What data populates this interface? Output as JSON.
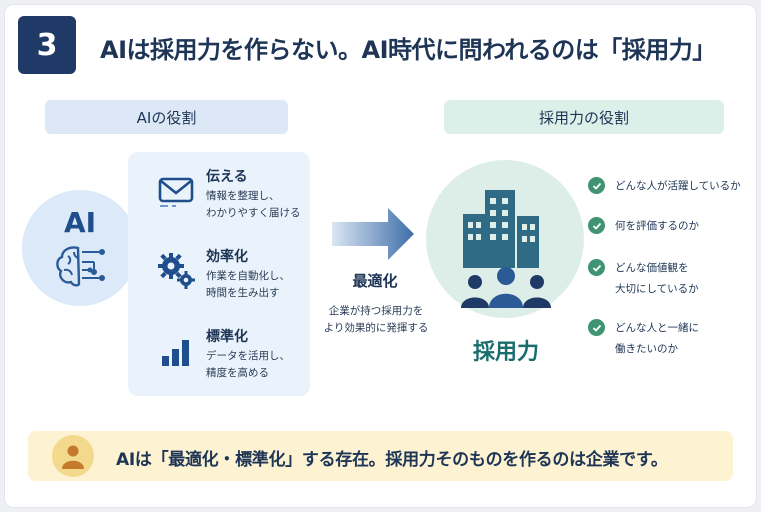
{
  "header": {
    "number": "3",
    "title": "AIは採用力を作らない。AI時代に問われるのは「採用力」"
  },
  "ai_section": {
    "header": "AIの役割",
    "circle_text": "AI",
    "roles": [
      {
        "icon": "envelope-icon",
        "title": "伝える",
        "desc_line1": "情報を整理し、",
        "desc_line2": "わかりやすく届ける"
      },
      {
        "icon": "gears-icon",
        "title": "効率化",
        "desc_line1": "作業を自動化し、",
        "desc_line2": "時間を生み出す"
      },
      {
        "icon": "bar-chart-icon",
        "title": "標準化",
        "desc_line1": "データを活用し、",
        "desc_line2": "精度を高める"
      }
    ]
  },
  "middle": {
    "label": "最適化",
    "desc_line1": "企業が持つ採用力を",
    "desc_line2": "より効果的に発揮する"
  },
  "recruit_section": {
    "header": "採用力の役割",
    "label": "採用力",
    "checks": [
      {
        "line1": "どんな人が活躍しているか",
        "line2": ""
      },
      {
        "line1": "何を評価するのか",
        "line2": ""
      },
      {
        "line1": "どんな価値観を",
        "line2": "大切にしているか"
      },
      {
        "line1": "どんな人と一緒に",
        "line2": "働きたいのか"
      }
    ]
  },
  "banner": {
    "text": "AIは「最適化・標準化」する存在。採用力そのものを作るのは企業です。"
  },
  "colors": {
    "navy": "#1f3a66",
    "ai_blue": "#1f4e8c",
    "teal": "#1a6d6e",
    "check_green": "#3f9474",
    "banner_yellow": "#fdf3d3"
  }
}
